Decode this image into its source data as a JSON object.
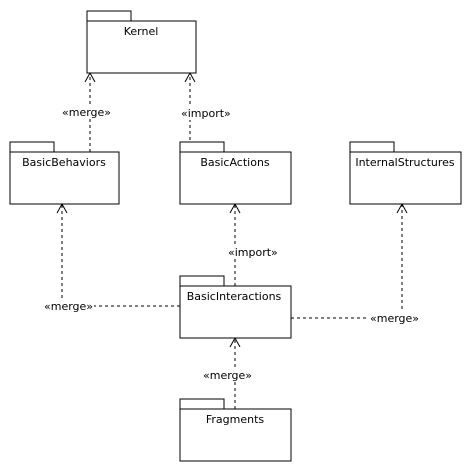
{
  "packages": {
    "kernel": "Kernel",
    "basic_behaviors": "BasicBehaviors",
    "basic_actions": "BasicActions",
    "internal_structures": "InternalStructures",
    "basic_interactions": "BasicInteractions",
    "fragments": "Fragments"
  },
  "dependencies": {
    "behaviors_to_kernel": "«merge»",
    "actions_to_kernel": "«import»",
    "interactions_to_actions": "«import»",
    "interactions_to_behaviors": "«merge»",
    "interactions_to_structures": "«merge»",
    "fragments_to_interactions": "«merge»"
  }
}
